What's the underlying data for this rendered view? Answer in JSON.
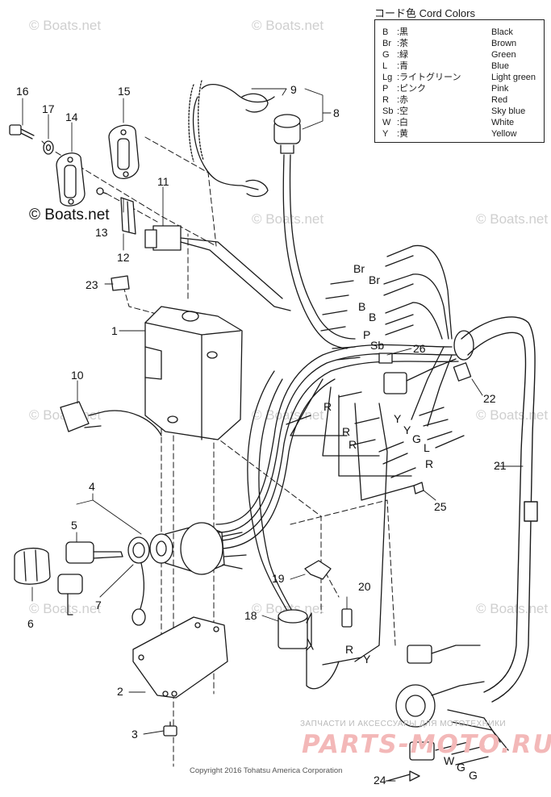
{
  "legend": {
    "heading": "コード色 Cord Colors",
    "rows": [
      {
        "code": "B",
        "jp": ":黒",
        "en": "Black"
      },
      {
        "code": "Br",
        "jp": ":茶",
        "en": "Brown"
      },
      {
        "code": "G",
        "jp": ":緑",
        "en": "Green"
      },
      {
        "code": "L",
        "jp": ":青",
        "en": "Blue"
      },
      {
        "code": "Lg",
        "jp": ":ライトグリーン",
        "en": "Light green"
      },
      {
        "code": "P",
        "jp": ":ピンク",
        "en": "Pink"
      },
      {
        "code": "R",
        "jp": ":赤",
        "en": "Red"
      },
      {
        "code": "Sb",
        "jp": ":空",
        "en": "Sky blue"
      },
      {
        "code": "W",
        "jp": ":白",
        "en": "White"
      },
      {
        "code": "Y",
        "jp": ":黄",
        "en": "Yellow"
      }
    ]
  },
  "watermarks": {
    "light": "© Boats.net",
    "dark": "© Boats.net"
  },
  "part_numbers": {
    "p1": "1",
    "p2": "2",
    "p3": "3",
    "p4": "4",
    "p5": "5",
    "p6": "6",
    "p7": "7",
    "p8": "8",
    "p9": "9",
    "p10": "10",
    "p11": "11",
    "p12": "12",
    "p13": "13",
    "p14": "14",
    "p15": "15",
    "p16": "16",
    "p17": "17",
    "p18": "18",
    "p19": "19",
    "p20": "20",
    "p21": "21",
    "p22": "22",
    "p23": "23",
    "p24": "24",
    "p25": "25",
    "p26": "26"
  },
  "wire_labels": {
    "br1": "Br",
    "br2": "Br",
    "b1": "B",
    "b2": "B",
    "p": "P",
    "sb": "Sb",
    "r1": "R",
    "r2": "R",
    "r3": "R",
    "r4": "R",
    "r5": "R",
    "y1": "Y",
    "y2": "Y",
    "g1": "G",
    "g2": "G",
    "g3": "G",
    "l": "L",
    "w": "W"
  },
  "footer": {
    "copyright": "Copyright 2016 Tohatsu America Corporation",
    "parts_tagline": "ЗАПЧАСТИ И АКСЕССУАРЫ ДЛЯ МОТОТЕХНИКИ",
    "parts_logo": "PARTS-MOTO.RU"
  }
}
